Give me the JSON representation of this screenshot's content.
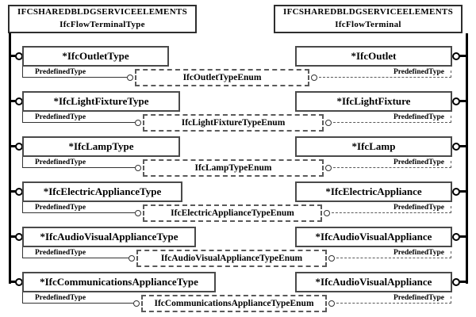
{
  "diagram": {
    "schema_left": {
      "line1": "IFCSHAREDBLDGSERVICEELEMENTS",
      "line2": "IfcFlowTerminalType"
    },
    "schema_right": {
      "line1": "IFCSHAREDBLDGSERVICEELEMENTS",
      "line2": "IfcFlowTerminal"
    },
    "attribute_label": "PredefinedType",
    "rows": [
      {
        "left": "*IfcOutletType",
        "right": "*IfcOutlet",
        "enum": "IfcOutletTypeEnum"
      },
      {
        "left": "*IfcLightFixtureType",
        "right": "*IfcLightFixture",
        "enum": "IfcLightFixtureTypeEnum"
      },
      {
        "left": "*IfcLampType",
        "right": "*IfcLamp",
        "enum": "IfcLampTypeEnum"
      },
      {
        "left": "*IfcElectricApplianceType",
        "right": "*IfcElectricAppliance",
        "enum": "IfcElectricApplianceTypeEnum"
      },
      {
        "left": "*IfcAudioVisualApplianceType",
        "right": "*IfcAudioVisualAppliance",
        "enum": "IfcAudioVisualApplianceTypeEnum"
      },
      {
        "left": "*IfcCommunicationsApplianceType",
        "right": "*IfcAudioVisualAppliance",
        "enum": "IfcCommunicationsApplianceTypeEnum"
      }
    ],
    "colors": {
      "line": "#000000",
      "box_border": "#4a4a4a",
      "dashed": "#5a5a5a",
      "background": "#ffffff"
    }
  }
}
